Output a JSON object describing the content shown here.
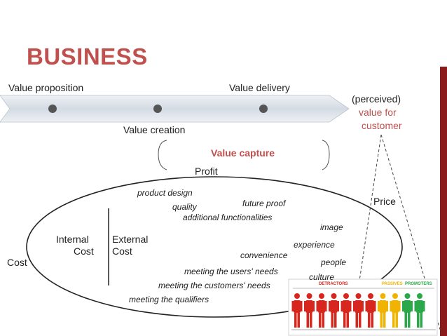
{
  "title": "BUSINESS",
  "chain": {
    "value_proposition": "Value proposition",
    "value_delivery": "Value delivery",
    "value_creation": "Value creation",
    "perceived_line1": "(perceived)",
    "perceived_line2": "value for",
    "perceived_line3": "customer"
  },
  "capture": {
    "value_capture": "Value capture",
    "profit": "Profit",
    "price": "Price",
    "cost": "Cost"
  },
  "costs": {
    "internal_line1": "Internal",
    "internal_line2": "Cost",
    "external_line1": "External",
    "external_line2": "Cost"
  },
  "attributes": {
    "product_design": "product design",
    "quality": "quality",
    "future_proof": "future proof",
    "additional_functionalities": "additional functionalities",
    "image": "image",
    "experience": "experience",
    "convenience": "convenience",
    "people": "people",
    "culture": "culture",
    "meeting_users": "meeting the users' needs",
    "meeting_customers": "meeting the customers' needs",
    "meeting_qualifiers": "meeting the qualifiers"
  },
  "nps": {
    "detractors": "DETRACTORS",
    "passives": "PASSIVES",
    "promoters": "PROMOTERS"
  },
  "colors": {
    "accent_red": "#c0504d",
    "arrow_fill": "#dde3ea",
    "detractor": "#d7261e",
    "passive": "#f0b400",
    "promoter": "#2aa84a"
  }
}
